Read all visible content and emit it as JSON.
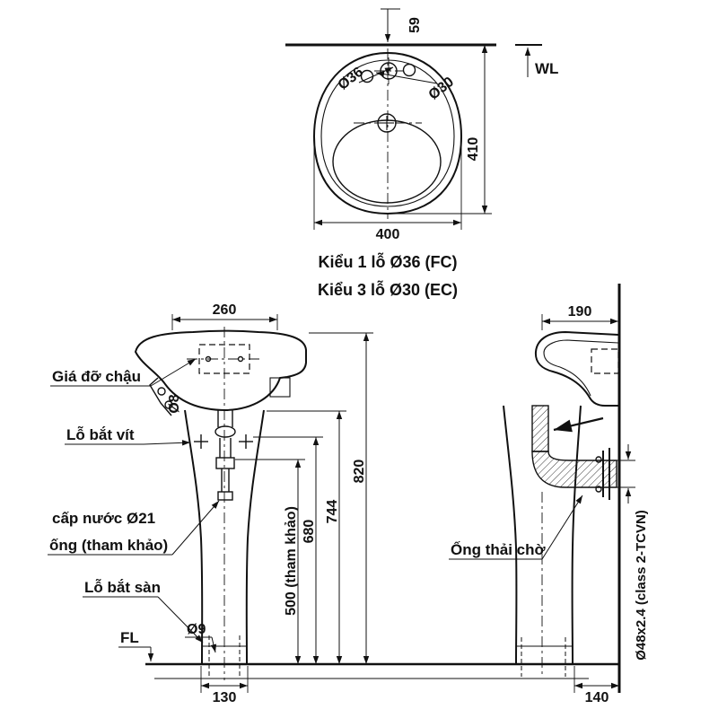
{
  "top_view": {
    "offset_59": "59",
    "water_line": "WL",
    "hole_type_1": "Ø36",
    "hole_type_2": "Ø30",
    "depth_410": "410",
    "width_400": "400",
    "caption_line_1": "Kiểu 1 lỗ Ø36 (FC)",
    "caption_line_2": "Kiểu 3 lỗ Ø30 (EC)"
  },
  "front_view": {
    "width_260": "260",
    "bracket_label": "Giá đỡ chậu",
    "bracket_hole_dia": "Ø8",
    "screw_hole_label": "Lỗ bắt vít",
    "supply_label_1": "cấp nước Ø21",
    "supply_label_2": "ống (tham khảo)",
    "floor_hole_label": "Lỗ bắt sàn",
    "floor_hole_dia": "Ø9",
    "floor_level": "FL",
    "base_width_130": "130",
    "height_500": "500 (tham khảo)",
    "height_680": "680",
    "height_744": "744",
    "height_820": "820"
  },
  "side_view": {
    "depth_190": "190",
    "waste_label": "Ống thải chờ",
    "waste_pipe_spec": "Ø48x2.4 (class 2-TCVN)",
    "base_depth_140": "140"
  }
}
